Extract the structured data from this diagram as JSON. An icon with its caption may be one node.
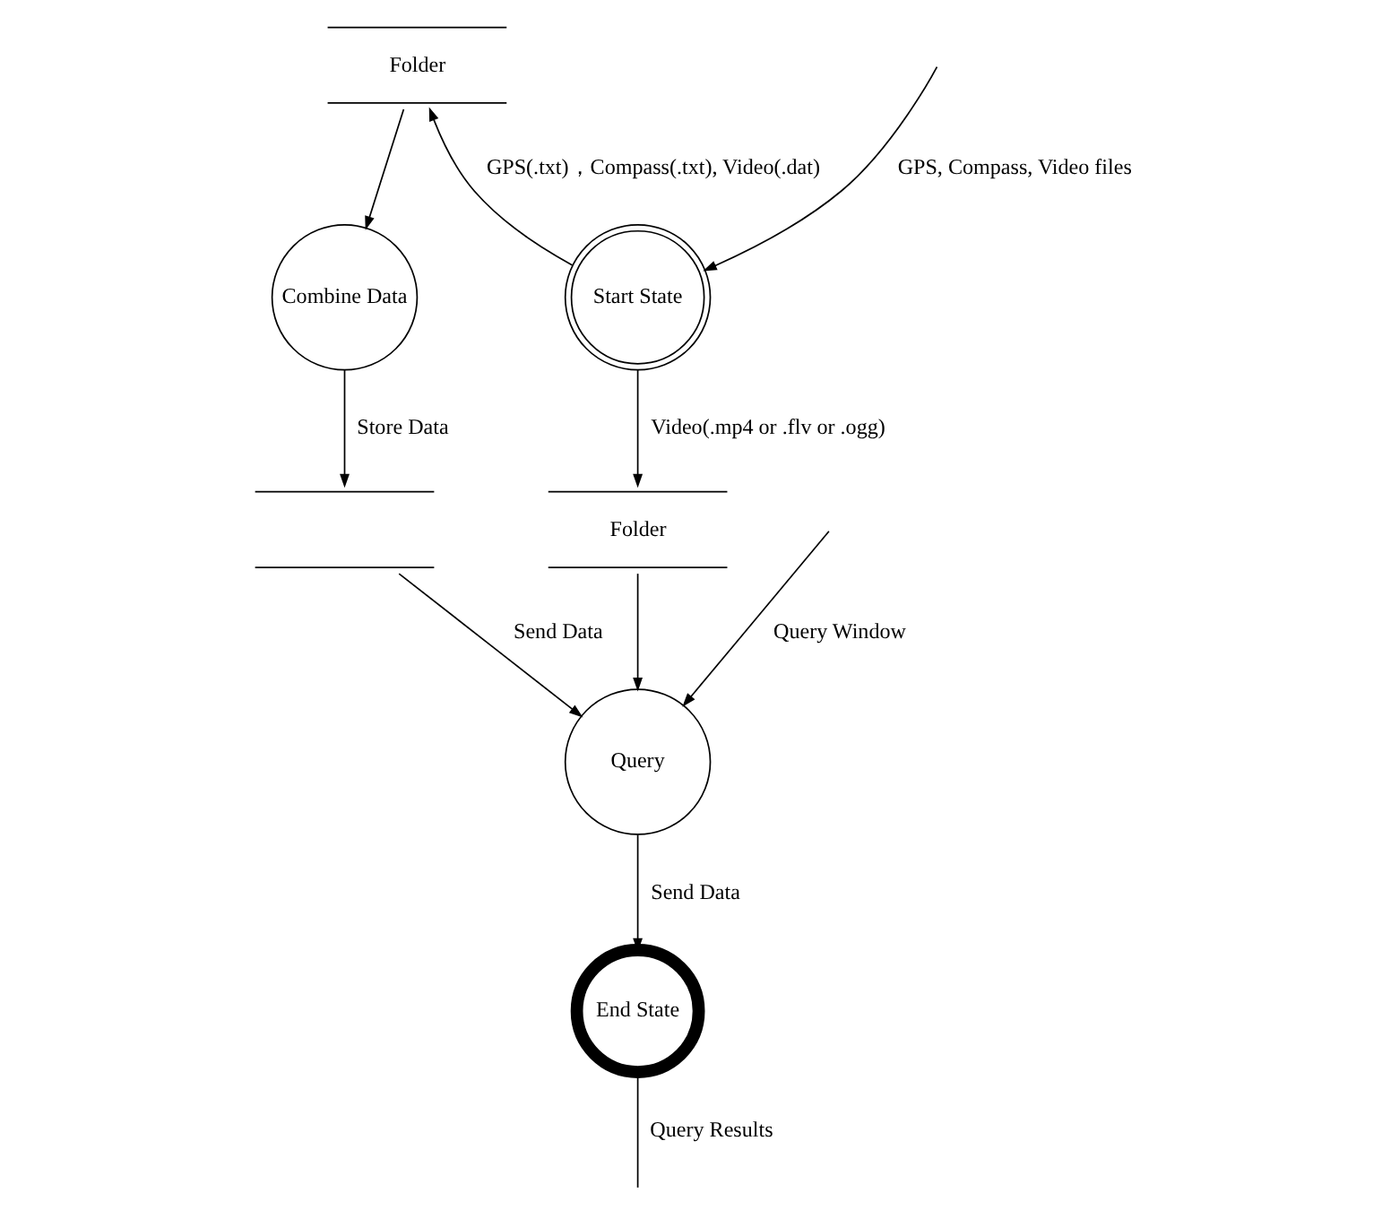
{
  "diagram": {
    "nodes": [
      {
        "text": [
          "Folder"
        ]
      },
      {
        "text": [
          "Start State"
        ]
      },
      {
        "text": [
          "Combine Data"
        ]
      },
      {
        "text": [
          "End State"
        ]
      },
      {
        "text": [
          "Folder"
        ]
      },
      {
        "text": [],
        "shape": "box"
      },
      {
        "text": [
          "Query"
        ]
      }
    ],
    "edges": [
      {
        "from": null,
        "to": 1,
        "arrow": "to",
        "label": "GPS, Compass, Video files"
      },
      {
        "from": 1,
        "to": 0,
        "arrow": "to",
        "label": "GPS(.txt)，Compass(.txt), Video(.dat)"
      },
      {
        "from": 0,
        "to": 2,
        "arrow": "to"
      },
      {
        "from": 1,
        "to": 4,
        "arrow": "to",
        "label": "Video(.mp4 or .flv or .ogg)"
      },
      {
        "from": 2,
        "to": 5,
        "arrow": "to",
        "label": "Store Data"
      },
      {
        "from": 5,
        "to": 6,
        "arrow": "to",
        "label": "Send Data"
      },
      {
        "from": 4,
        "to": 6,
        "arrow": "to"
      },
      {
        "from": null,
        "to": 6,
        "arrow": "to",
        "label": "Query Window"
      },
      {
        "from": 6,
        "to": 3,
        "arrow": "to",
        "label": "Send Data"
      },
      {
        "from": 3,
        "to": null,
        "arrow": "none",
        "label": "Query Results"
      }
    ]
  }
}
